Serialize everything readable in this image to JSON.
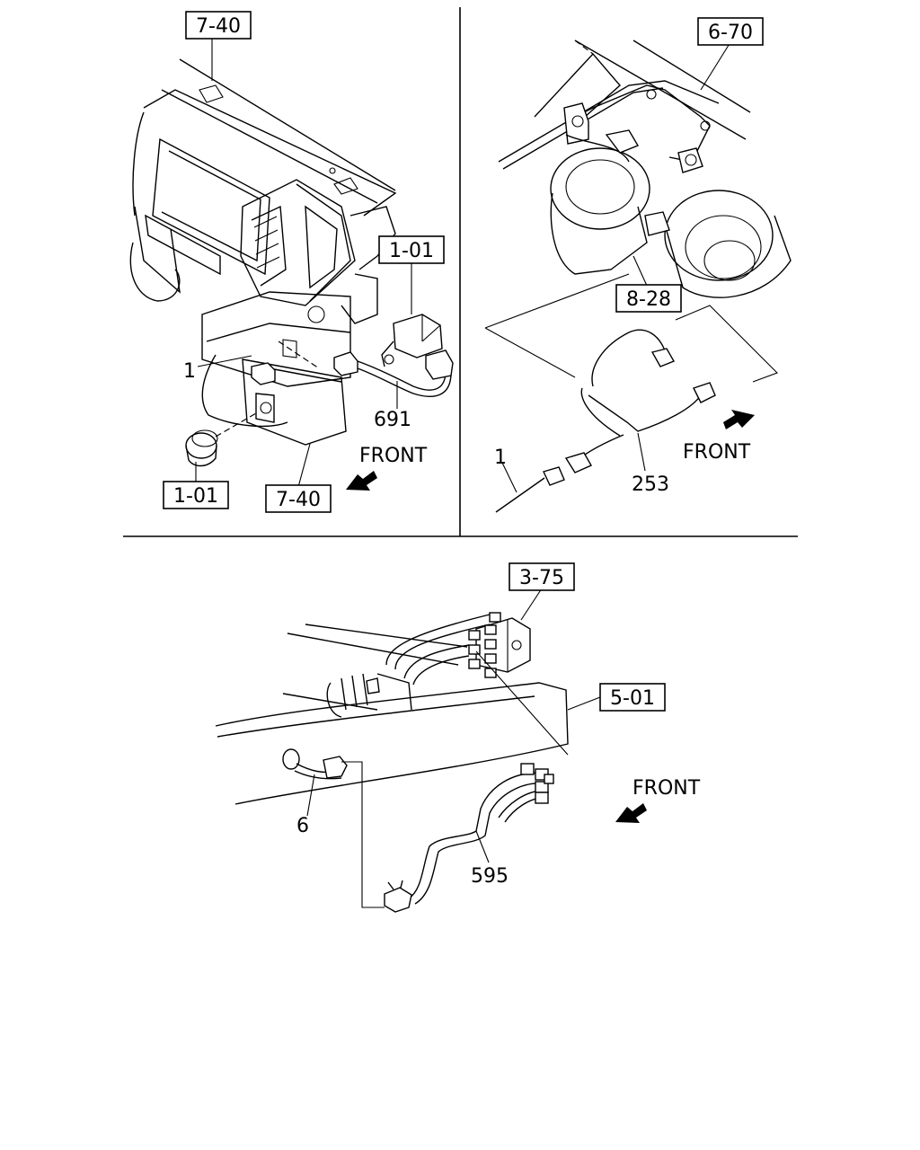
{
  "panels": {
    "top_left": {
      "box_top": "7-40",
      "box_switch": "1-01",
      "callout_1": "1",
      "callout_691": "691",
      "box_bottom_left": "1-01",
      "box_bottom_right": "7-40",
      "front": "FRONT"
    },
    "top_right": {
      "box_top": "6-70",
      "box_mid": "8-28",
      "callout_1": "1",
      "callout_253": "253",
      "front": "FRONT"
    },
    "bottom": {
      "box_valve": "3-75",
      "box_frame": "5-01",
      "callout_6": "6",
      "callout_595": "595",
      "front": "FRONT"
    }
  }
}
